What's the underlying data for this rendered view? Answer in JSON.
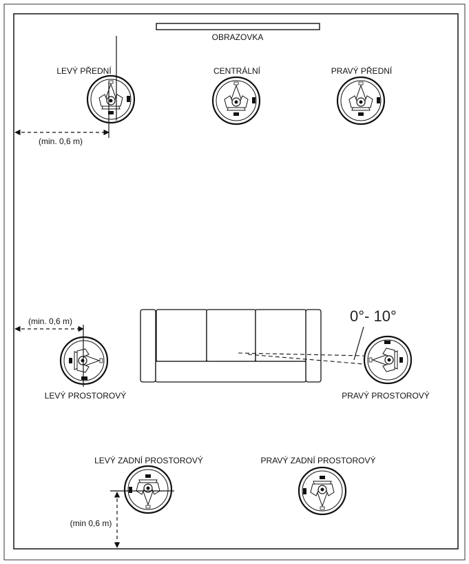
{
  "screen": {
    "label": "OBRAZOVKA"
  },
  "speakers": {
    "front_left": {
      "label": "LEVÝ PŘEDNÍ"
    },
    "center": {
      "label": "CENTRÁLNÍ"
    },
    "front_right": {
      "label": "PRAVÝ PŘEDNÍ"
    },
    "surround_left": {
      "label": "LEVÝ PROSTOROVÝ"
    },
    "surround_right": {
      "label": "PRAVÝ PROSTOROVÝ"
    },
    "rear_left": {
      "label": "LEVÝ ZADNÍ PROSTOROVÝ"
    },
    "rear_right": {
      "label": "PRAVÝ ZADNÍ PROSTOROVÝ"
    }
  },
  "distances": {
    "front_left": "(min. 0,6 m)",
    "surround_left": "(min. 0,6 m)",
    "rear_left": "(min 0,6 m)"
  },
  "angle": {
    "label": "0°- 10°"
  }
}
